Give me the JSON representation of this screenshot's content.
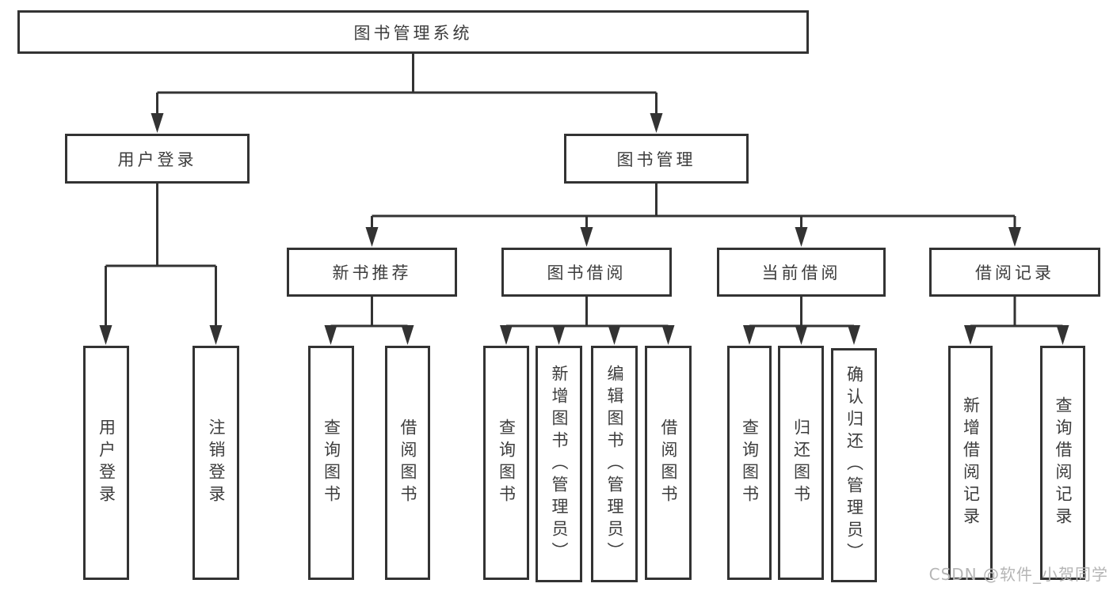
{
  "tree": {
    "root": {
      "label": "图书管理系统"
    },
    "level1": {
      "user_login": {
        "label": "用户登录"
      },
      "book_management": {
        "label": "图书管理"
      }
    },
    "level2": {
      "new_books": {
        "label": "新书推荐"
      },
      "book_borrow": {
        "label": "图书借阅"
      },
      "current_borrow": {
        "label": "当前借阅"
      },
      "borrow_records": {
        "label": "借阅记录"
      }
    },
    "leaves": {
      "login": [
        "用户登录",
        "注销登录"
      ],
      "new_books": [
        "查询图书",
        "借阅图书"
      ],
      "book_borrow": [
        "查询图书",
        "新增图书（管理员）",
        "编辑图书（管理员）",
        "借阅图书"
      ],
      "current_borrow": [
        "查询图书",
        "归还图书",
        "确认归还（管理员）"
      ],
      "borrow_records": [
        "新增借阅记录",
        "查询借阅记录"
      ]
    }
  },
  "watermark": "CSDN @软件_小贺同学",
  "colors": {
    "line": "#333333",
    "box_border": "#333333",
    "box_fill": "#ffffff",
    "text": "#3d3d3d",
    "watermark": "#b5b5b5"
  }
}
